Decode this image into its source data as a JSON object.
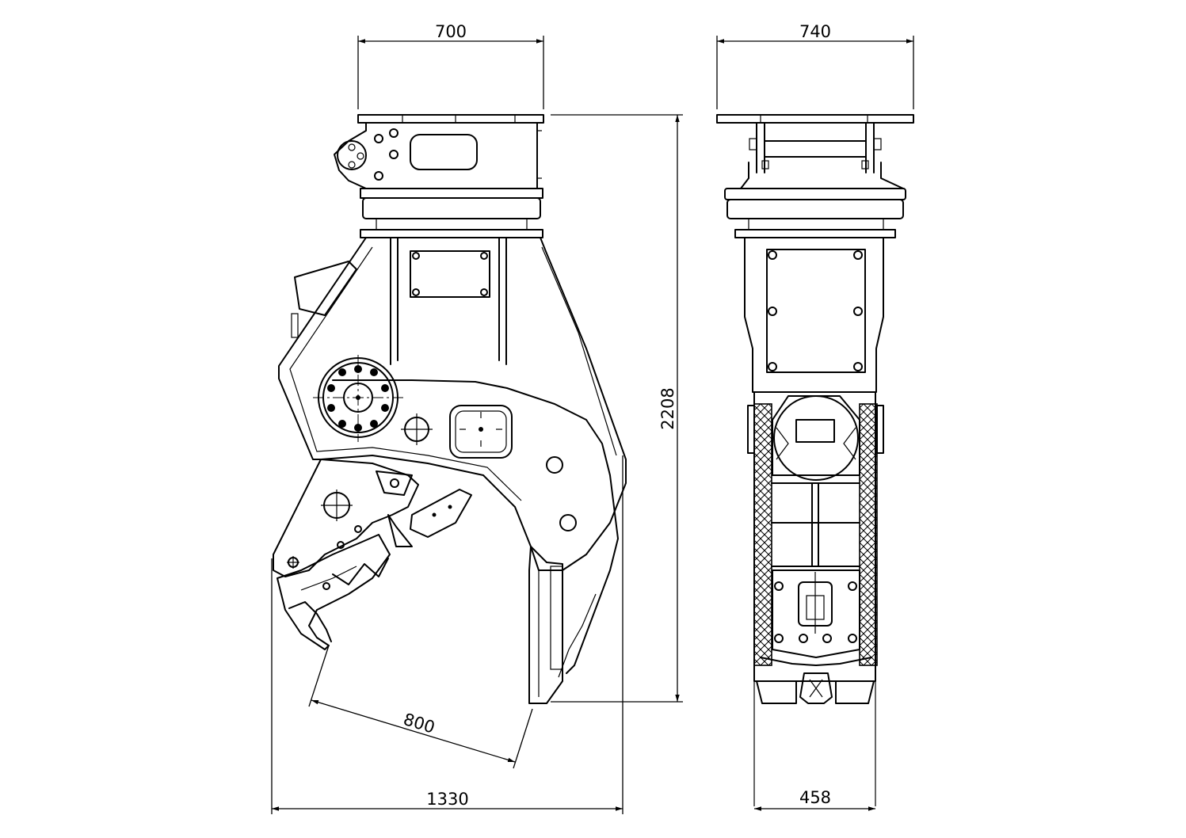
{
  "drawing": {
    "dimensions": {
      "side_top_width": "700",
      "front_top_width": "740",
      "overall_height": "2208",
      "jaw_opening": "800",
      "overall_width": "1330",
      "front_bottom_width": "458"
    }
  }
}
